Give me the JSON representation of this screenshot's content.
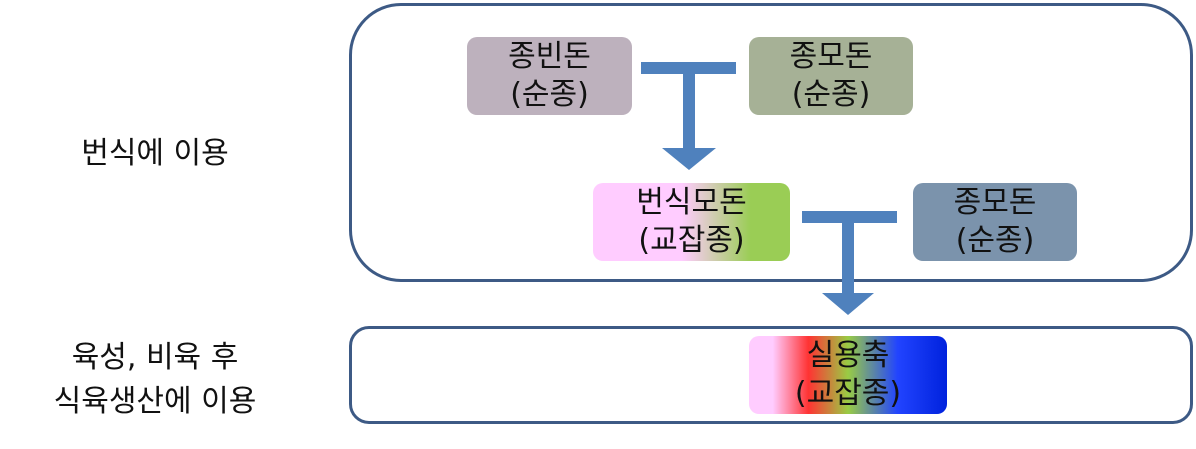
{
  "labels": {
    "breeding_use": "번식에 이용",
    "production_use_line1": "육성, 비육 후",
    "production_use_line2": "식육생산에 이용"
  },
  "nodes": {
    "sire_pure": {
      "name": "종빈돈",
      "type": "(순종)",
      "color": "#bdb1bd"
    },
    "dam_pure_1": {
      "name": "종모돈",
      "type": "(순종)",
      "color": "#a6b196"
    },
    "breeding_dam": {
      "name": "번식모돈",
      "type": "(교잡종)",
      "gradient": [
        "#ffccff",
        "#9acd55"
      ]
    },
    "dam_pure_2": {
      "name": "종모돈",
      "type": "(순종)",
      "color": "#7b93ac"
    },
    "commercial": {
      "name": "실용축",
      "type": "(교잡종)",
      "gradient": [
        "#ffccff",
        "#ff3333",
        "#99cc44",
        "#2244ff",
        "#0022dd"
      ]
    }
  },
  "colors": {
    "border": "#3d5a85",
    "arrow": "#4f81bd"
  }
}
